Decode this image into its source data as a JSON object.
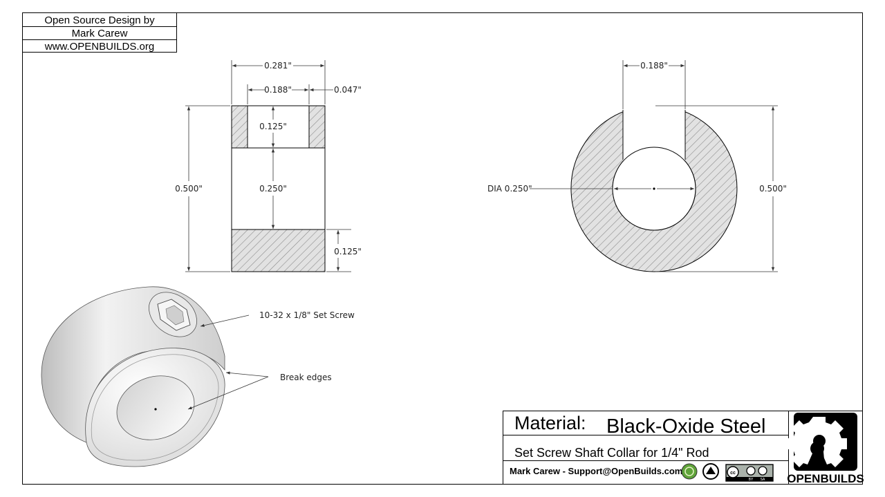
{
  "header_block": {
    "line1": "Open Source Design by",
    "line2": "Mark Carew",
    "line3": "www.OPENBUILDS.org"
  },
  "front_view": {
    "overall_width": "0.281\"",
    "bore_width": "0.188\"",
    "wall_thickness": "0.047\"",
    "overall_height": "0.500\"",
    "top_section": "0.125\"",
    "bore_section": "0.250\"",
    "bottom_section": "0.125\""
  },
  "side_view": {
    "slot_width": "0.188\"",
    "bore_diameter": "DIA 0.250\"",
    "outer_diameter": "0.500\""
  },
  "callouts": {
    "set_screw": "10-32 x 1/8\" Set Screw",
    "break_edges": "Break edges"
  },
  "title_block": {
    "material_label": "Material:",
    "material_value": "Black-Oxide Steel",
    "part_title": "Set Screw Shaft Collar for 1/4\" Rod",
    "author": "Mark Carew - Support@OpenBuilds.com",
    "brand": "OPENBUILDS",
    "cc_license": "CC BY SA",
    "cc_by": "BY",
    "cc_sa": "SA"
  },
  "icons": [
    "openbuilds-gear-logo",
    "green-badge-icon",
    "black-badge-icon",
    "creative-commons-icon"
  ]
}
